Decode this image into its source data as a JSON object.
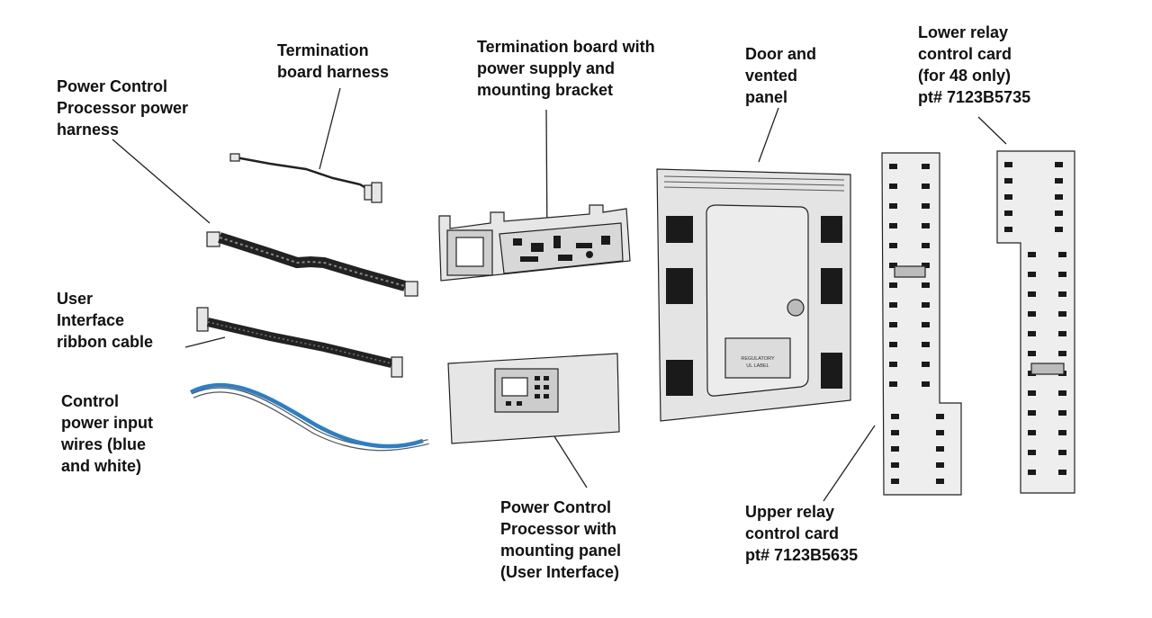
{
  "labels": {
    "termination_harness": [
      "Termination",
      "board harness"
    ],
    "pcp_power_harness": [
      "Power Control",
      "Processor power",
      "harness"
    ],
    "termination_board": [
      "Termination board with",
      "power supply and",
      "mounting bracket"
    ],
    "door_panel": [
      "Door and",
      "vented",
      "panel"
    ],
    "lower_relay": [
      "Lower relay",
      "control card",
      "(for 48 only)",
      "pt# 7123B5735"
    ],
    "user_interface_cable": [
      "User",
      "Interface",
      "ribbon cable"
    ],
    "control_power_wires": [
      "Control",
      "power input",
      "wires (blue",
      "and white)"
    ],
    "pcp_mounting_panel": [
      "Power Control",
      "Processor with",
      "mounting panel",
      "(User Interface)"
    ],
    "upper_relay": [
      "Upper relay",
      "control card",
      "pt# 7123B5635"
    ]
  },
  "door_sticker": [
    "REGULATORY",
    "UL LABEL"
  ],
  "colors": {
    "ink": "#111111",
    "part_fill": "#e6e6e6",
    "wire_blue": "#2a7fc8",
    "component": "#1a1a1a"
  }
}
